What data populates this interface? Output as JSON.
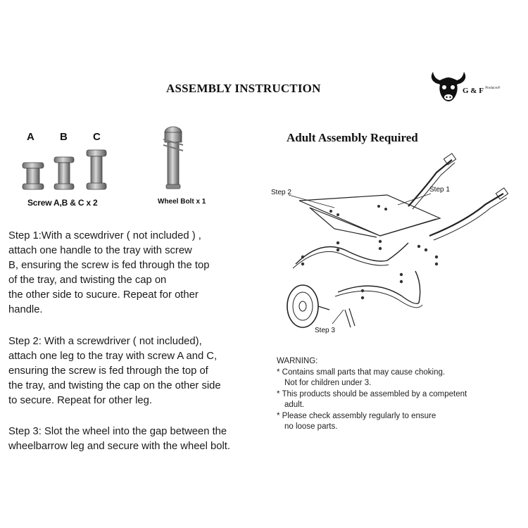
{
  "title": "ASSEMBLY INSTRUCTION",
  "logo": {
    "brand": "G & F",
    "suffix": "Products®"
  },
  "parts": {
    "letters": [
      "A",
      "B",
      "C"
    ],
    "screw_caption": "Screw A,B & C x 2",
    "bolt_caption": "Wheel Bolt x 1"
  },
  "diagram": {
    "heading": "Adult Assembly Required",
    "step_labels": [
      "Step 1",
      "Step 2",
      "Step 3"
    ]
  },
  "steps": [
    {
      "lines": [
        "Step 1:With a scewdriver ( not included ) ,",
        "attach one handle to the tray with screw",
        "B, ensuring the screw is fed through the top",
        "of the tray, and twisting the cap on",
        "the other side to sucure. Repeat for other",
        "handle."
      ]
    },
    {
      "lines": [
        "Step 2:  With a screwdriver ( not included),",
        "attach one leg to the tray with screw A and C,",
        "ensuring the screw is fed through the top of",
        "the tray, and twisting the cap on the other side",
        "to secure. Repeat for other leg."
      ]
    },
    {
      "lines": [
        "Step 3: Slot the wheel into the gap between the",
        "wheelbarrow leg and secure with the wheel bolt."
      ]
    }
  ],
  "warning": {
    "heading": "WARNING:",
    "lines": [
      "* Contains small parts that may cause choking.",
      "Not for children under 3.",
      "* This products should be assembled by a competent",
      "adult.",
      "* Please check assembly regularly to ensure",
      "no loose parts."
    ]
  }
}
